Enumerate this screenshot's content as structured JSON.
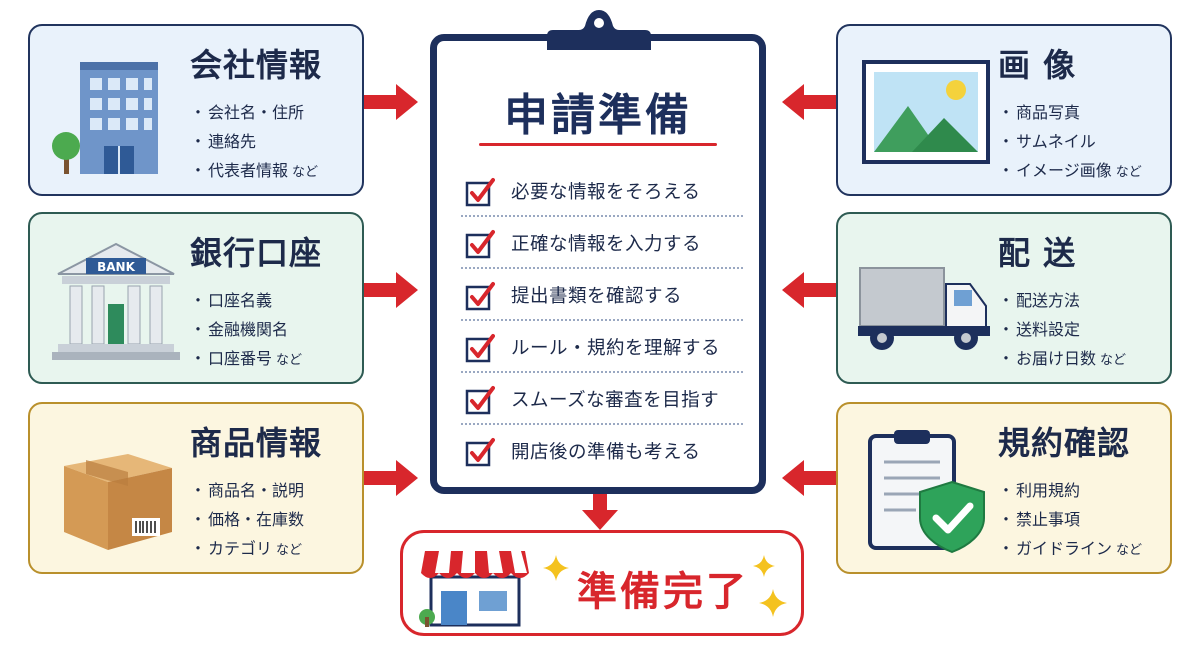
{
  "center": {
    "title": "申請準備",
    "checklist": [
      "必要な情報をそろえる",
      "正確な情報を入力する",
      "提出書類を確認する",
      "ルール・規約を理解する",
      "スムーズな審査を目指す",
      "開店後の準備も考える"
    ]
  },
  "left_cards": [
    {
      "title": "会社情報",
      "icon": "office-building-icon",
      "items": [
        "会社名・住所",
        "連絡先",
        "代表者情報"
      ],
      "suffix": "など"
    },
    {
      "title": "銀行口座",
      "icon": "bank-icon",
      "bank_sign": "BANK",
      "items": [
        "口座名義",
        "金融機関名",
        "口座番号"
      ],
      "suffix": "など"
    },
    {
      "title": "商品情報",
      "icon": "cardboard-box-icon",
      "items": [
        "商品名・説明",
        "価格・在庫数",
        "カテゴリ"
      ],
      "suffix": "など"
    }
  ],
  "right_cards": [
    {
      "title": "画 像",
      "icon": "landscape-image-icon",
      "items": [
        "商品写真",
        "サムネイル",
        "イメージ画像"
      ],
      "suffix": "など"
    },
    {
      "title": "配 送",
      "icon": "delivery-truck-icon",
      "items": [
        "配送方法",
        "送料設定",
        "お届け日数"
      ],
      "suffix": "など"
    },
    {
      "title": "規約確認",
      "icon": "clipboard-shield-check-icon",
      "items": [
        "利用規約",
        "禁止事項",
        "ガイドライン"
      ],
      "suffix": "など"
    }
  ],
  "result": {
    "label": "準備完了",
    "icon": "storefront-icon"
  },
  "colors": {
    "navy": "#1d2f5c",
    "red": "#d8262c",
    "blue_card": "#e9f2fb",
    "green_card": "#e8f5ee",
    "yellow_card": "#fcf6e0"
  }
}
